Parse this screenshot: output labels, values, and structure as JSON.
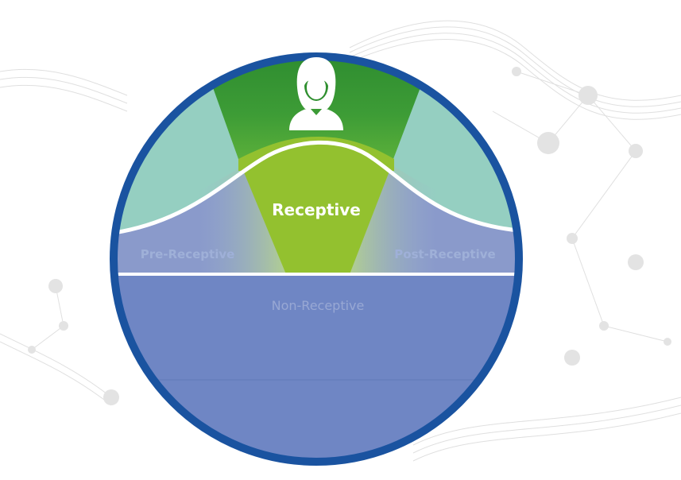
{
  "diagram": {
    "center_label": "Receptive",
    "left_label": "Pre-Receptive",
    "right_label": "Post-Receptive",
    "bottom_label": "Non-Receptive",
    "icon": "woman-avatar-icon"
  },
  "colors": {
    "ring": "#1a53a0",
    "green_dark": "#2f8f2f",
    "green_light": "#92c02f",
    "teal": "#95cfc1",
    "blue": "#6f86c4",
    "blue_band": "#8a9acb",
    "white": "#ffffff",
    "background_lines": "#d6d6d6"
  }
}
